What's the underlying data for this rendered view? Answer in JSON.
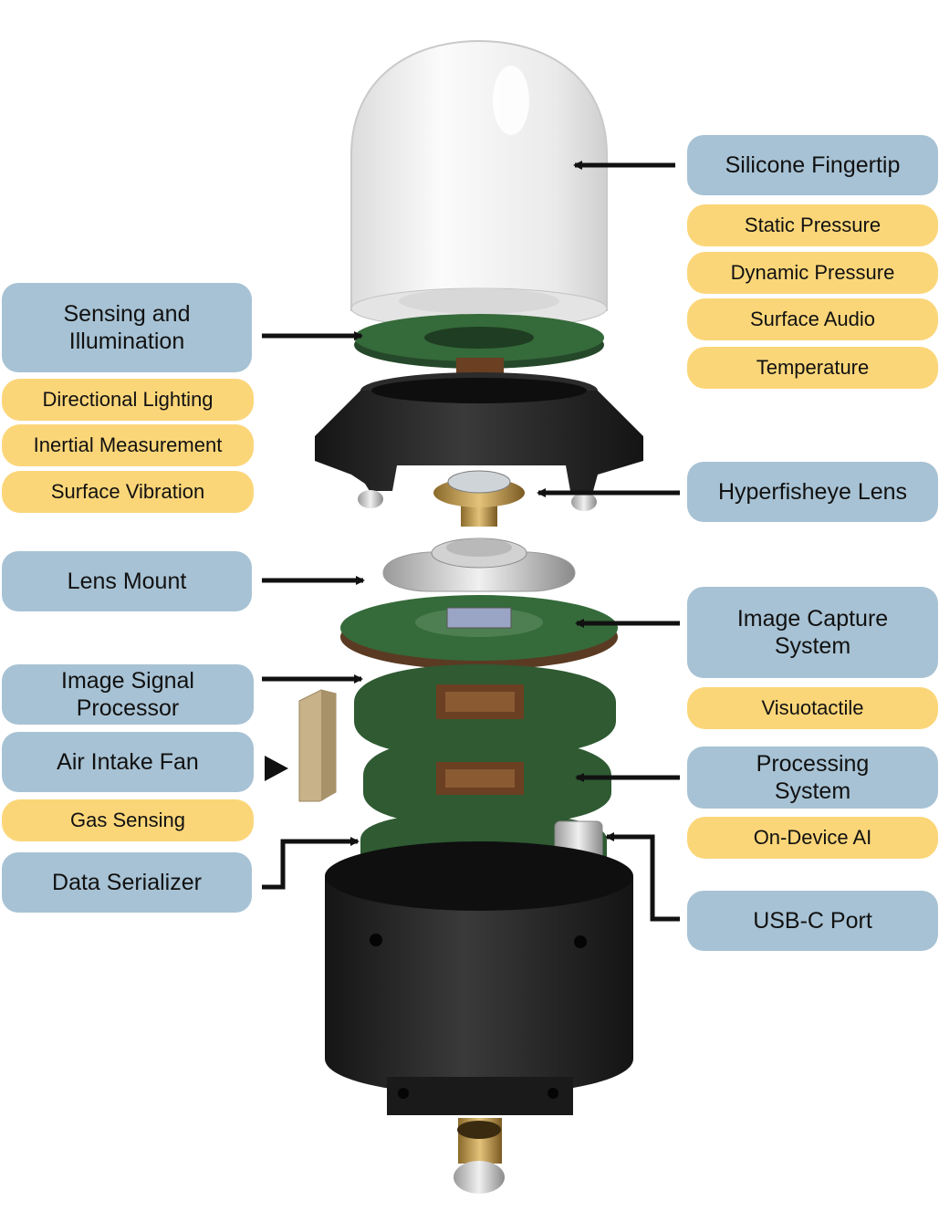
{
  "left_labels": [
    {
      "id": "sensing",
      "kind": "component",
      "lines": [
        "Sensing and",
        "Illumination"
      ]
    },
    {
      "id": "directional",
      "kind": "capability",
      "lines": [
        "Directional Lighting"
      ]
    },
    {
      "id": "inertial",
      "kind": "capability",
      "lines": [
        "Inertial Measurement"
      ]
    },
    {
      "id": "vibration",
      "kind": "capability",
      "lines": [
        "Surface Vibration"
      ]
    },
    {
      "id": "lensmount",
      "kind": "component",
      "lines": [
        "Lens Mount"
      ]
    },
    {
      "id": "isp",
      "kind": "component",
      "lines": [
        "Image Signal",
        "Processor"
      ]
    },
    {
      "id": "fan",
      "kind": "component",
      "lines": [
        "Air Intake Fan"
      ]
    },
    {
      "id": "gas",
      "kind": "capability",
      "lines": [
        "Gas Sensing"
      ]
    },
    {
      "id": "serializer",
      "kind": "component",
      "lines": [
        "Data Serializer"
      ]
    }
  ],
  "right_labels": [
    {
      "id": "fingertip",
      "kind": "component",
      "lines": [
        "Silicone Fingertip"
      ]
    },
    {
      "id": "static",
      "kind": "capability",
      "lines": [
        "Static Pressure"
      ]
    },
    {
      "id": "dynamic",
      "kind": "capability",
      "lines": [
        "Dynamic Pressure"
      ]
    },
    {
      "id": "audio",
      "kind": "capability",
      "lines": [
        "Surface Audio"
      ]
    },
    {
      "id": "temperature",
      "kind": "capability",
      "lines": [
        "Temperature"
      ]
    },
    {
      "id": "lens",
      "kind": "component",
      "lines": [
        "Hyperfisheye Lens"
      ]
    },
    {
      "id": "capture",
      "kind": "component",
      "lines": [
        "Image Capture",
        "System"
      ]
    },
    {
      "id": "visuotactile",
      "kind": "capability",
      "lines": [
        "Visuotactile"
      ]
    },
    {
      "id": "processing",
      "kind": "component",
      "lines": [
        "Processing",
        "System"
      ]
    },
    {
      "id": "ai",
      "kind": "capability",
      "lines": [
        "On-Device AI"
      ]
    },
    {
      "id": "usb",
      "kind": "component",
      "lines": [
        "USB-C Port"
      ]
    }
  ],
  "colors": {
    "component_fill": "#a7c2d4",
    "capability_fill": "#fbd679",
    "arrow": "#111111",
    "pcb": "#2f5a32",
    "housing": "#1e1e1e"
  }
}
